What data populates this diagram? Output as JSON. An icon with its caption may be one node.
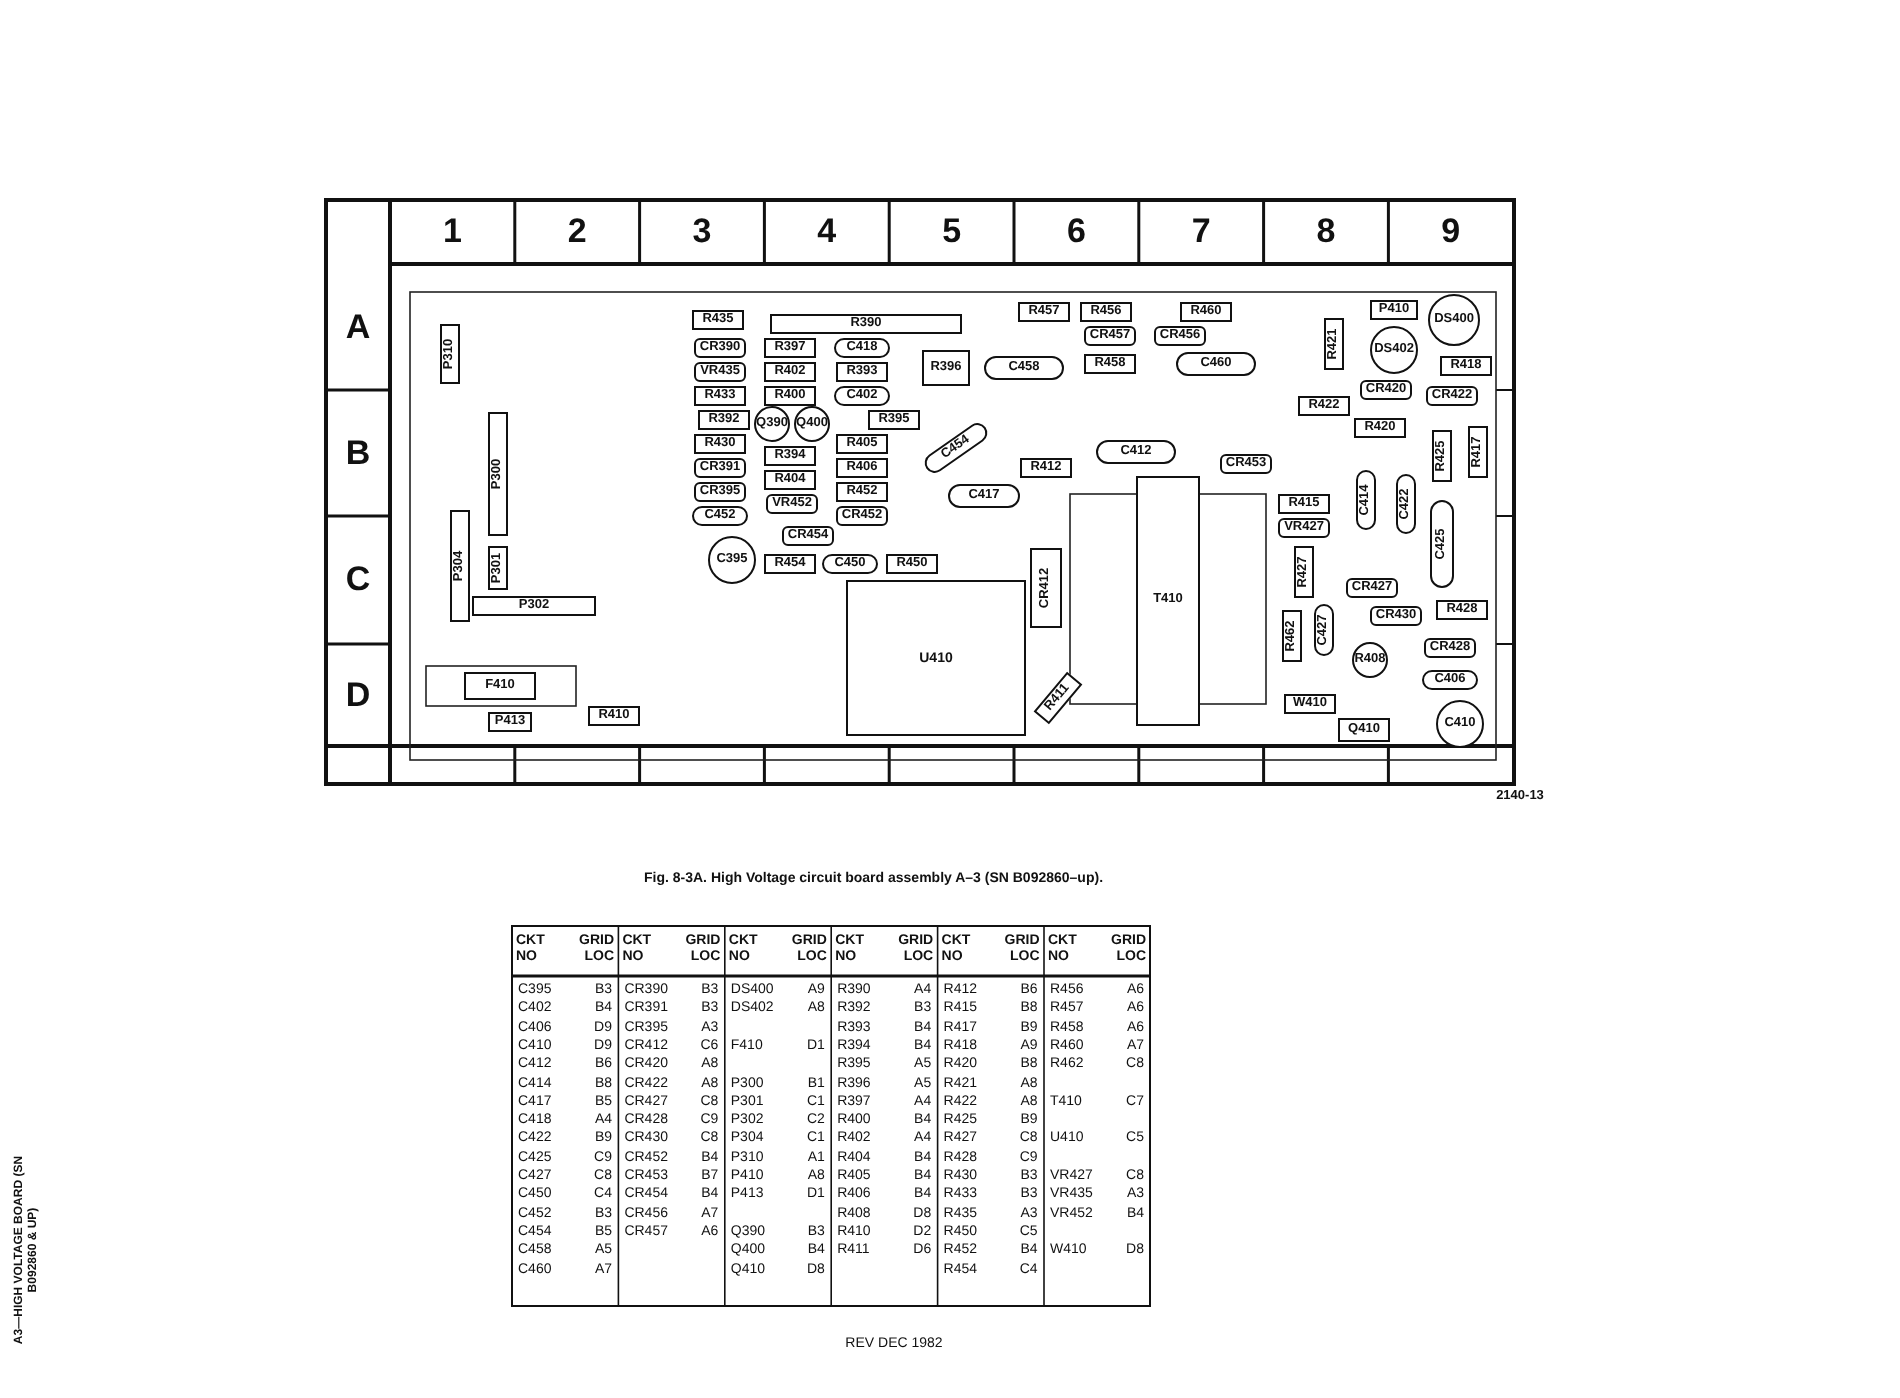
{
  "diagram": {
    "caption": "Fig. 8-3A. High Voltage circuit board assembly A–3 (SN B092860–up).",
    "nodes": [
      {
        "text": [
          "R435"
        ]
      },
      {
        "text": [
          "R390"
        ]
      },
      {
        "text": [
          "R457"
        ]
      },
      {
        "text": [
          "R456"
        ]
      },
      {
        "text": [
          "R460"
        ]
      },
      {
        "text": [
          "P410"
        ]
      },
      {
        "text": [
          "DS400"
        ]
      },
      {
        "text": [
          "CR457"
        ]
      },
      {
        "text": [
          "CR456"
        ]
      },
      {
        "text": [
          "DS402"
        ]
      },
      {
        "text": [
          "R421"
        ]
      },
      {
        "text": [
          "R418"
        ]
      },
      {
        "text": [
          "CR390"
        ]
      },
      {
        "text": [
          "R397"
        ]
      },
      {
        "text": [
          "C418"
        ]
      },
      {
        "text": [
          "R396"
        ]
      },
      {
        "text": [
          "C458"
        ]
      },
      {
        "text": [
          "R458"
        ]
      },
      {
        "text": [
          "C460"
        ]
      },
      {
        "text": [
          "CR420"
        ]
      },
      {
        "text": [
          "VR435"
        ]
      },
      {
        "text": [
          "R402"
        ]
      },
      {
        "text": [
          "R393"
        ]
      },
      {
        "text": [
          "CR422"
        ]
      },
      {
        "text": [
          "R422"
        ]
      },
      {
        "text": [
          "R433"
        ]
      },
      {
        "text": [
          "R400"
        ]
      },
      {
        "text": [
          "C402"
        ]
      },
      {
        "text": [
          "R420"
        ]
      },
      {
        "text": [
          "R392"
        ]
      },
      {
        "text": [
          "R395"
        ]
      },
      {
        "text": [
          "R430"
        ]
      },
      {
        "text": [
          "Q390"
        ]
      },
      {
        "text": [
          "Q400"
        ]
      },
      {
        "text": [
          "R405"
        ]
      },
      {
        "text": [
          "C454"
        ]
      },
      {
        "text": [
          "R417"
        ]
      },
      {
        "text": [
          "R425"
        ]
      },
      {
        "text": [
          "CR391"
        ]
      },
      {
        "text": [
          "R394"
        ]
      },
      {
        "text": [
          "R406"
        ]
      },
      {
        "text": [
          "C412"
        ]
      },
      {
        "text": [
          "CR453"
        ]
      },
      {
        "text": [
          "CR395"
        ]
      },
      {
        "text": [
          "R404"
        ]
      },
      {
        "text": [
          "R452"
        ]
      },
      {
        "text": [
          "R412"
        ]
      },
      {
        "text": [
          "C452"
        ]
      },
      {
        "text": [
          "VR452"
        ]
      },
      {
        "text": [
          "CR452"
        ]
      },
      {
        "text": [
          "C417"
        ]
      },
      {
        "text": [
          "C414"
        ]
      },
      {
        "text": [
          "C422"
        ]
      },
      {
        "text": [
          "CR454"
        ]
      },
      {
        "text": [
          "R415"
        ]
      },
      {
        "text": [
          "C395"
        ]
      },
      {
        "text": [
          "R454"
        ]
      },
      {
        "text": [
          "C450"
        ]
      },
      {
        "text": [
          "R450"
        ]
      },
      {
        "text": [
          "VR427"
        ]
      },
      {
        "text": [
          "C425"
        ]
      },
      {
        "text": [
          "P300"
        ]
      },
      {
        "text": [
          "P310"
        ]
      },
      {
        "text": [
          "P304"
        ]
      },
      {
        "text": [
          "P301"
        ]
      },
      {
        "text": [
          "T410"
        ]
      },
      {
        "text": [
          "U410"
        ]
      },
      {
        "text": [
          "CR412"
        ]
      },
      {
        "text": [
          "R427"
        ]
      },
      {
        "text": [
          "CR427"
        ]
      },
      {
        "text": [
          "P302"
        ]
      },
      {
        "text": [
          "CR430"
        ]
      },
      {
        "text": [
          "R428"
        ]
      },
      {
        "text": [
          "C427"
        ]
      },
      {
        "text": [
          "R462"
        ]
      },
      {
        "text": [
          "CR428"
        ]
      },
      {
        "text": [
          "R408"
        ]
      },
      {
        "text": [
          "C406"
        ]
      },
      {
        "text": [
          "F410"
        ]
      },
      {
        "text": [
          "R411"
        ]
      },
      {
        "text": [
          "W410"
        ]
      },
      {
        "text": [
          "C410"
        ]
      },
      {
        "text": [
          "R410"
        ]
      },
      {
        "text": [
          "P413"
        ]
      },
      {
        "text": [
          "Q410"
        ]
      }
    ],
    "labels": [
      "1",
      "2",
      "3",
      "4",
      "5",
      "6",
      "7",
      "8",
      "9",
      "A",
      "B",
      "C",
      "D",
      "2140-13",
      "CKT NO",
      "GRID LOC",
      "CKT NO",
      "GRID LOC",
      "CKT NO",
      "GRID LOC",
      "CKT NO",
      "GRID LOC",
      "CKT NO",
      "GRID LOC",
      "CKT NO",
      "GRID LOC",
      "C395",
      "B3",
      "CR390",
      "B3",
      "DS400",
      "A9",
      "R390",
      "A4",
      "R412",
      "B6",
      "R456",
      "A6",
      "C402",
      "B4",
      "CR391",
      "B3",
      "DS402",
      "A8",
      "R392",
      "B3",
      "R415",
      "B8",
      "R457",
      "A6",
      "C406",
      "D9",
      "CR395",
      "A3",
      "R393",
      "B4",
      "R417",
      "B9",
      "R458",
      "A6",
      "C410",
      "D9",
      "CR412",
      "C6",
      "F410",
      "D1",
      "R394",
      "B4",
      "R418",
      "A9",
      "R460",
      "A7",
      "C412",
      "B6",
      "CR420",
      "A8",
      "R395",
      "A5",
      "R420",
      "B8",
      "R462",
      "C8",
      "C414",
      "B8",
      "CR422",
      "A8",
      "P300",
      "B1",
      "R396",
      "A5",
      "R421",
      "A8",
      "C417",
      "B5",
      "CR427",
      "C8",
      "P301",
      "C1",
      "R397",
      "A4",
      "R422",
      "A8",
      "T410",
      "C7",
      "C418",
      "A4",
      "CR428",
      "C9",
      "P302",
      "C2",
      "R400",
      "B4",
      "R425",
      "B9",
      "C422",
      "B9",
      "CR430",
      "C8",
      "P304",
      "C1",
      "R402",
      "A4",
      "R427",
      "C8",
      "U410",
      "C5",
      "C425",
      "C9",
      "CR452",
      "B4",
      "P310",
      "A1",
      "R404",
      "B4",
      "R428",
      "C9",
      "C427",
      "C8",
      "CR453",
      "B7",
      "P410",
      "A8",
      "R405",
      "B4",
      "R430",
      "B3",
      "VR427",
      "C8",
      "C450",
      "C4",
      "CR454",
      "B4",
      "P413",
      "D1",
      "R406",
      "B4",
      "R433",
      "B3",
      "VR435",
      "A3",
      "C452",
      "B3",
      "CR456",
      "A7",
      "R408",
      "D8",
      "R435",
      "A3",
      "VR452",
      "B4",
      "C454",
      "B5",
      "CR457",
      "A6",
      "Q390",
      "B3",
      "R410",
      "D2",
      "R450",
      "C5",
      "C458",
      "A5",
      "Q400",
      "B4",
      "R411",
      "D6",
      "R452",
      "B4",
      "W410",
      "D8",
      "C460",
      "A7",
      "Q410",
      "D8",
      "R454",
      "C4",
      "REV DEC 1982",
      "A3—HIGH VOLTAGE BOARD (SN B092860 & UP)"
    ]
  }
}
